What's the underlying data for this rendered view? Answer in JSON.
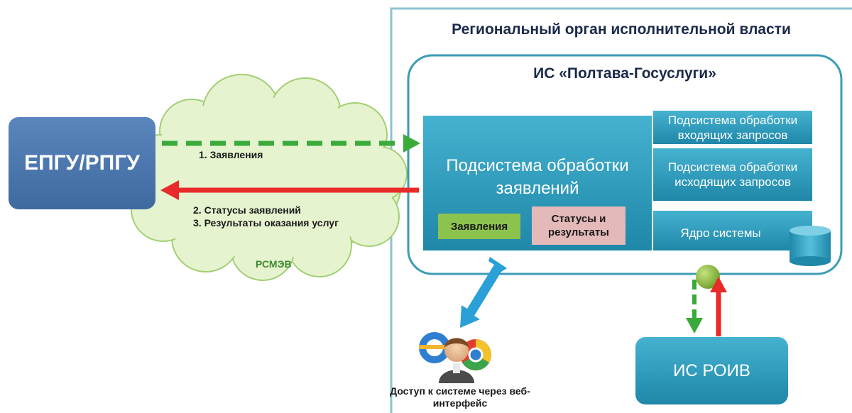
{
  "outer_title": "Региональный орган исполнительной власти",
  "inner_title": "ИС «Полтава-Госуслуги»",
  "epgu": "ЕПГУ/РПГУ",
  "main_subsystem": "Подсистема обработки заявлений",
  "chips": {
    "applications": "Заявления",
    "statuses": "Статусы и результаты"
  },
  "subsystems": {
    "incoming": "Подсистема обработки входящих запросов",
    "outgoing": "Подсистема обработки исходящих запросов",
    "core": "Ядро системы"
  },
  "roiv": "ИС РОИВ",
  "arrows": {
    "label1": "1. Заявления",
    "label2": "2. Статусы заявлений",
    "label3": "3. Результаты оказания услуг"
  },
  "cloud_label": "РСМЭВ",
  "access_label": "Доступ к системе через веб-интерфейс",
  "icons": [
    "user-icon",
    "ie-icon",
    "chrome-icon",
    "database-icon"
  ],
  "colors": {
    "box": "#2f9fc0",
    "epgu": "#4f78b0",
    "green_arrow": "#3aaa3a",
    "red_arrow": "#e82a2a",
    "blue_arrow": "#2a9fd8",
    "cloud": "#e6f3cf",
    "frame": "#79b8c6"
  }
}
